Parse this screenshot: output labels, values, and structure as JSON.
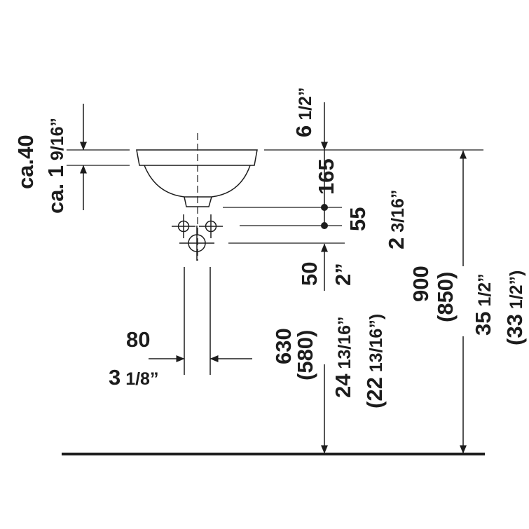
{
  "labels": {
    "left_metric": "ca.40",
    "left_imperial_prefix": "ca. 1",
    "left_imperial_frac": " 9/16”",
    "top_imperial_prefix": "6",
    "top_imperial_frac": " 1/2”",
    "h165": "165",
    "h55": "55",
    "h55_imperial_prefix": "2",
    "h55_imperial_frac": " 3/16”",
    "h50": "50",
    "h50_imperial": "2”",
    "h630": "630",
    "h580": "(580)",
    "h630_imperial_prefix": "24",
    "h630_imperial_frac": " 13/16”",
    "h580_imperial_prefix": "(22",
    "h580_imperial_frac": " 13/16”)",
    "h900": "900",
    "h850": "(850)",
    "h900_imperial_prefix": "35",
    "h900_imperial_frac": " 1/2”",
    "h850_imperial_prefix": "(33",
    "h850_imperial_frac": " 1/2”)",
    "w80": "80",
    "w80_imperial_prefix": "3",
    "w80_imperial_frac": " 1/8”"
  },
  "colors": {
    "line": "#1c1c1c",
    "background": "#ffffff"
  }
}
